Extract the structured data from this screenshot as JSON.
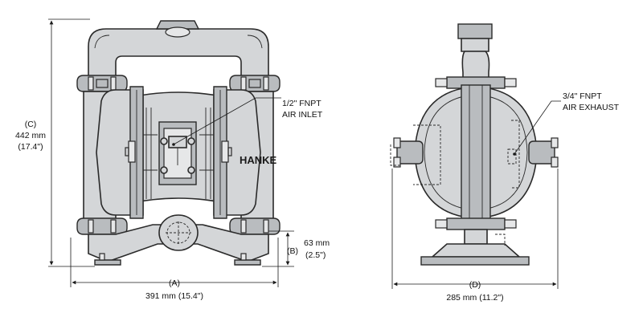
{
  "front_view": {
    "brand_label": "HANKE",
    "air_inlet_line1": "1/2\" FNPT",
    "air_inlet_line2": "AIR INLET",
    "dim_a_label": "(A)",
    "dim_a_value": "391 mm (15.4\")",
    "dim_b_label": "(B)",
    "dim_b_mm": "63 mm",
    "dim_b_in": "(2.5\")",
    "dim_c_label": "(C)",
    "dim_c_mm": "442 mm",
    "dim_c_in": "(17.4\")"
  },
  "side_view": {
    "air_exhaust_line1": "3/4\" FNPT",
    "air_exhaust_line2": "AIR EXHAUST",
    "dim_d_label": "(D)",
    "dim_d_value": "285 mm (11.2\")"
  },
  "colors": {
    "metal": "#d4d6d8",
    "outline": "#2a2a2a",
    "text": "#111111"
  }
}
